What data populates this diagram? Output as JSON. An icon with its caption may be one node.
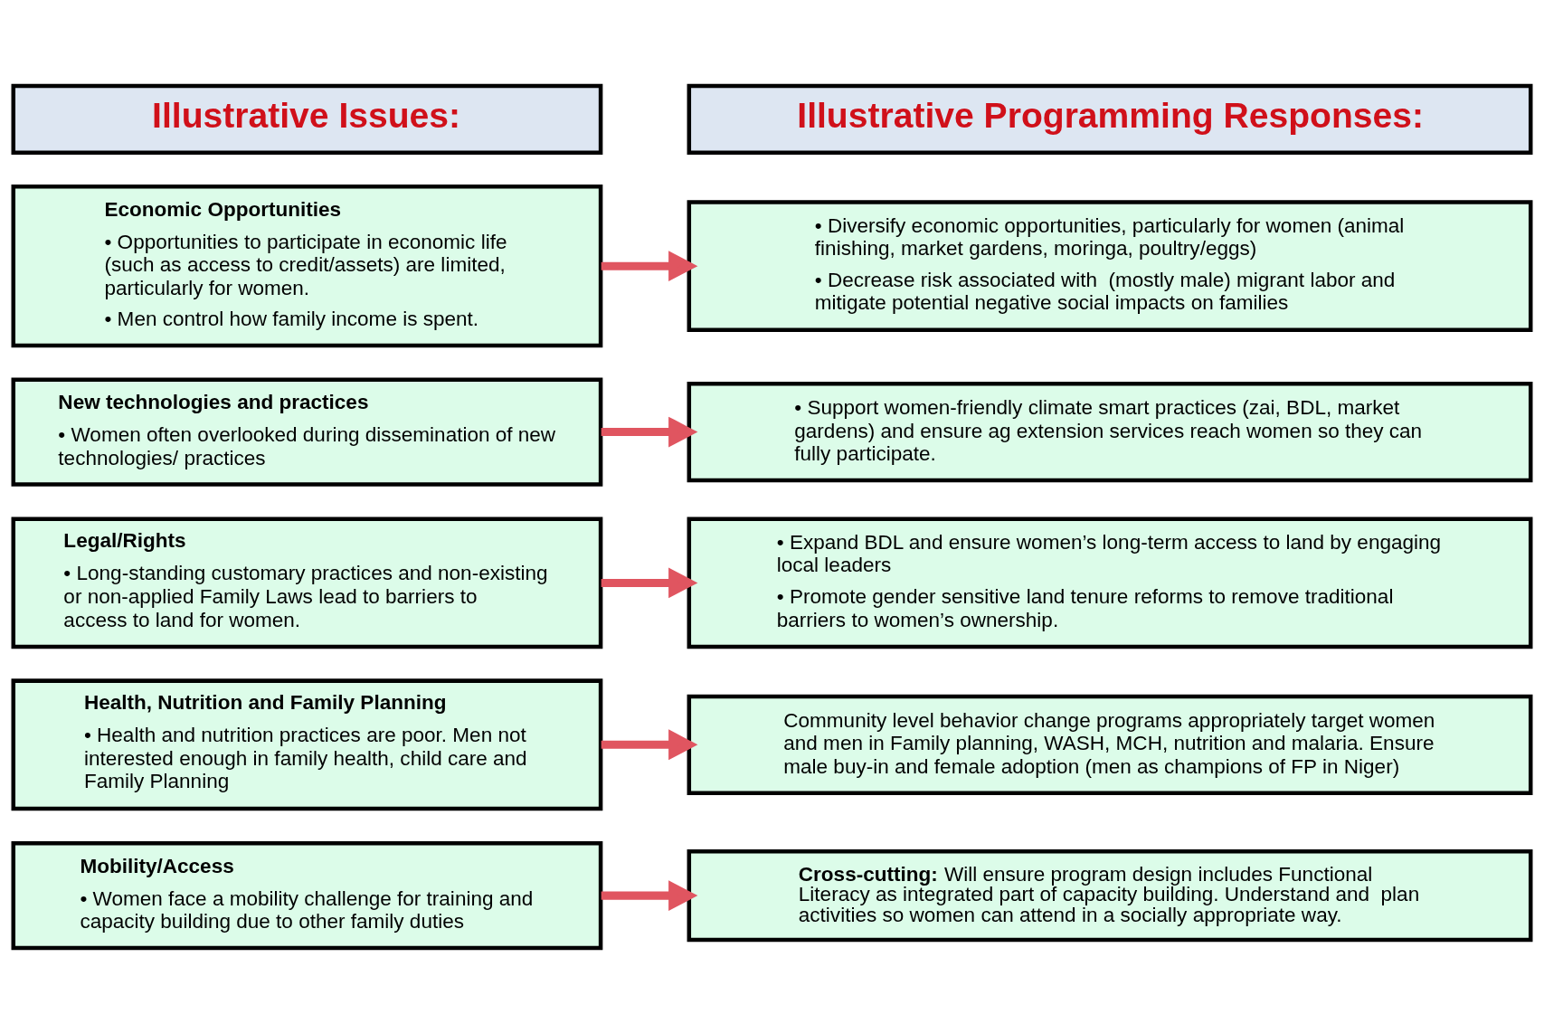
{
  "diagram": {
    "nodes": [
      {
        "text": [
          "Illustrative Issues:"
        ]
      },
      {
        "text": [
          "Illustrative Programming Responses:"
        ]
      },
      {
        "text": [
          "Economic Opportunities",
          "• Opportunities to participate in economic life (such as access to credit/assets) are limited, particularly for women.",
          "• Men control how family income is spent."
        ]
      },
      {
        "text": [
          "• Diversify economic opportunities, particularly for women (animal finishing, market gardens, moringa, poultry/eggs)",
          "• Decrease risk associated with  (mostly male) migrant labor and mitigate potential negative social impacts on families"
        ]
      },
      {
        "text": [
          "New technologies and practices",
          "• Women often overlooked during dissemination of new technologies/ practices"
        ]
      },
      {
        "text": [
          "• Support women-friendly climate smart practices (zai, BDL, market gardens) and ensure ag extension services reach women so they can fully participate."
        ]
      },
      {
        "text": [
          "Legal/Rights",
          "• Long-standing customary practices and non-existing or non-applied Family Laws lead to barriers to access to land for women."
        ]
      },
      {
        "text": [
          "• Expand BDL and ensure women’s long-term access to land by engaging local leaders",
          "• Promote gender sensitive land tenure reforms to remove traditional barriers to women’s ownership."
        ]
      },
      {
        "text": [
          "Health, Nutrition and Family Planning",
          "• Health and nutrition practices are poor. Men not interested enough in family health, child care and Family Planning"
        ]
      },
      {
        "text": [
          "Community level behavior change programs appropriately target women and men in Family planning, WASH, MCH, nutrition and malaria. Ensure male buy-in and female adoption (men as champions of FP in Niger)"
        ]
      },
      {
        "text": [
          "Mobility/Access",
          "• Women face a mobility challenge for training and capacity building due to other family duties"
        ]
      },
      {
        "text": [
          "**Cross-cutting:** Will ensure program design includes Functional Literacy as integrated part of capacity building. Understand and  plan activities so women can attend in a socially appropriate way."
        ]
      }
    ],
    "edges": [
      {
        "from": 2,
        "to": 3,
        "arrow": "to"
      },
      {
        "from": 4,
        "to": 5,
        "arrow": "to"
      },
      {
        "from": 6,
        "to": 7,
        "arrow": "to"
      },
      {
        "from": 8,
        "to": 9,
        "arrow": "to"
      },
      {
        "from": 10,
        "to": 11,
        "arrow": "to"
      }
    ]
  }
}
